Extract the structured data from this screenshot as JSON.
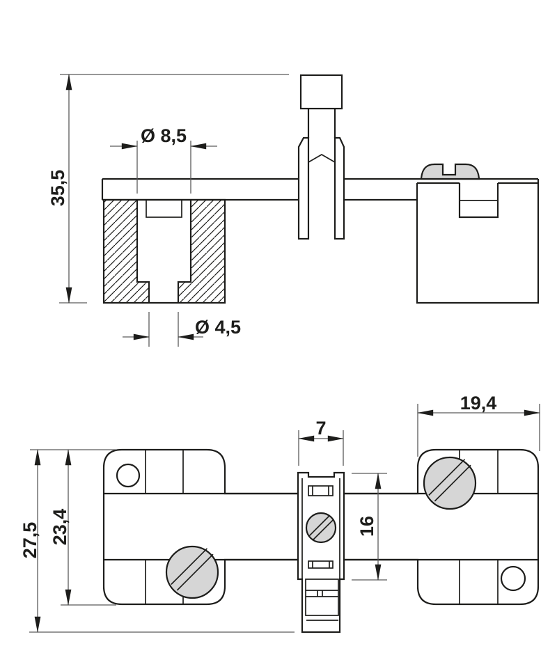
{
  "drawing": {
    "kind": "technical-dimension-drawing",
    "views": [
      "side-section-view",
      "plan-view"
    ]
  },
  "side_view": {
    "dimensions": {
      "total_height": "35,5",
      "bore_diameter_top": "Ø 8,5",
      "bore_diameter_bottom": "Ø 4,5"
    }
  },
  "plan_view": {
    "dimensions": {
      "pad_width": "19,4",
      "clamp_width": "7",
      "clamp_depth": "16",
      "body_height": "23,4",
      "total_height": "27,5"
    }
  },
  "colors": {
    "line": "#1d1d1b",
    "dimension_line": "#5a5a5a",
    "screw_fill": "#d6d6d6",
    "background": "#ffffff"
  }
}
